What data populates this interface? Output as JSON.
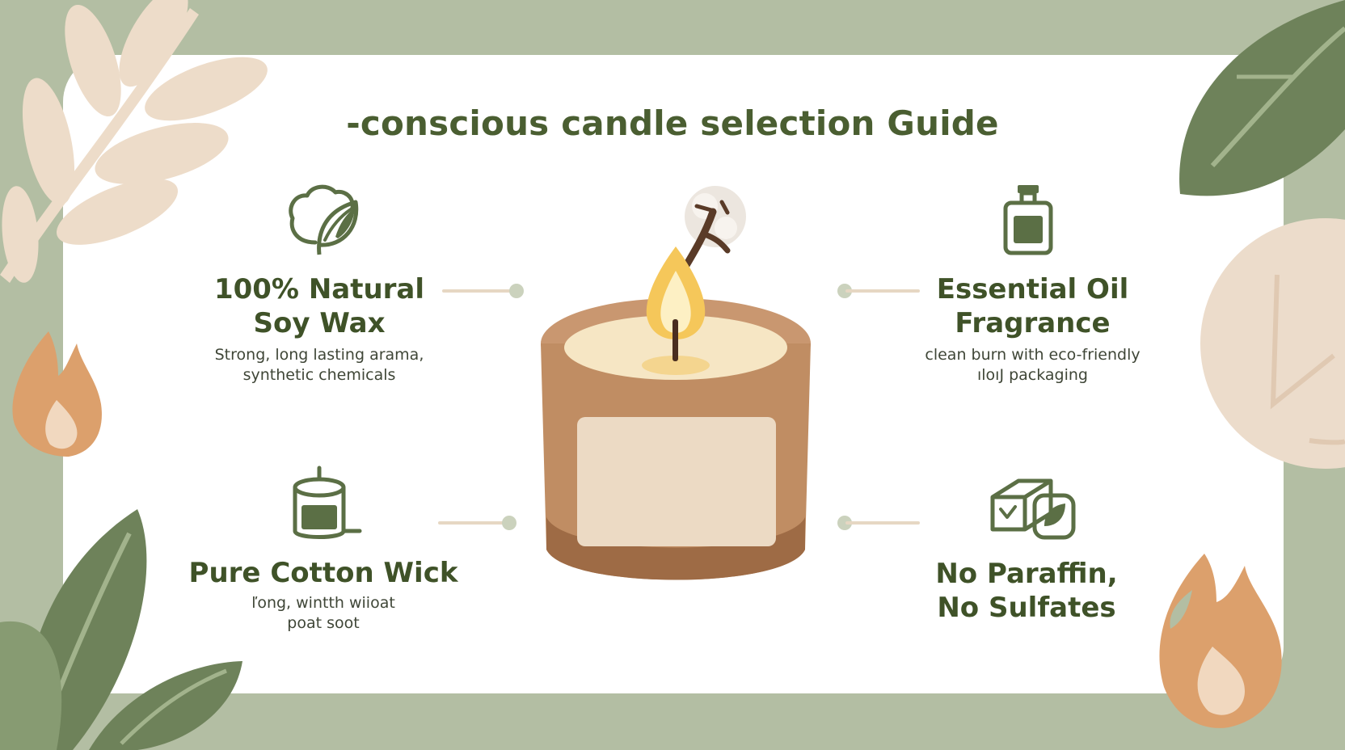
{
  "title": "-conscious candle selection Guide",
  "features": [
    {
      "heading_lines": [
        "100% Natural",
        "Soy Wax"
      ],
      "desc_lines": [
        "Strong, long lasting arama,",
        "synthetic chemicals"
      ]
    },
    {
      "heading_lines": [
        "Essential Oil",
        "Fragrance"
      ],
      "desc_lines": [
        "clean burn with eco-friendly",
        "ıloıJ packaging"
      ]
    },
    {
      "heading_lines": [
        "Pure Cotton Wick"
      ],
      "desc_lines": [
        "ľong, wintth wiioat",
        "poat soot"
      ]
    },
    {
      "heading_lines": [
        "No Paraffin,",
        "No Sulfates"
      ],
      "desc_lines": []
    }
  ],
  "icons": {
    "soy_wax": "cotton-leaf-icon",
    "essential_oil": "oil-bottle-icon",
    "cotton_wick": "candle-jar-icon",
    "no_paraffin": "eco-box-icon"
  },
  "colors": {
    "background": "#b3bea3",
    "card": "#ffffff",
    "heading": "#3f5228",
    "title": "#4a5e31",
    "leaf_dark": "#6e825a",
    "leaf_light": "#ead9c8",
    "flame_orange": "#dca06c",
    "candle_body": "#c08d63",
    "candle_label": "#ecdac4"
  }
}
